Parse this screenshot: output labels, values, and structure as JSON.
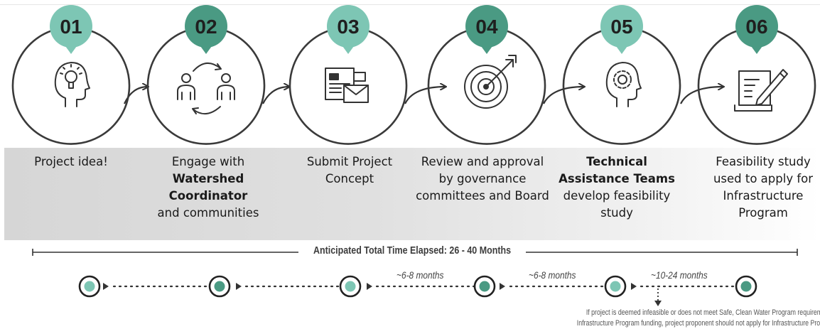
{
  "steps": [
    {
      "number": "01",
      "icon": "lightbulb-head-icon",
      "label_lines": [
        {
          "text": "Project idea!",
          "bold": false
        }
      ]
    },
    {
      "number": "02",
      "icon": "people-exchange-icon",
      "label_lines": [
        {
          "text": "Engage with",
          "bold": false
        },
        {
          "text": "Watershed Coordinator",
          "bold": true
        },
        {
          "text": "and communities",
          "bold": false
        }
      ]
    },
    {
      "number": "03",
      "icon": "documents-envelope-icon",
      "label_lines": [
        {
          "text": "Submit Project",
          "bold": false
        },
        {
          "text": "Concept",
          "bold": false
        }
      ]
    },
    {
      "number": "04",
      "icon": "target-arrow-icon",
      "label_lines": [
        {
          "text": "Review and approval",
          "bold": false
        },
        {
          "text": "by governance",
          "bold": false
        },
        {
          "text": "committees and Board",
          "bold": false
        }
      ]
    },
    {
      "number": "05",
      "icon": "gear-head-icon",
      "label_lines": [
        {
          "text": "Technical",
          "bold": true
        },
        {
          "text": "Assistance Teams",
          "bold": true
        },
        {
          "text": "develop feasibility",
          "bold": false
        },
        {
          "text": "study",
          "bold": false
        }
      ]
    },
    {
      "number": "06",
      "icon": "document-pen-icon",
      "label_lines": [
        {
          "text": "Feasibility study",
          "bold": false
        },
        {
          "text": "used to apply for",
          "bold": false
        },
        {
          "text": "Infrastructure",
          "bold": false
        },
        {
          "text": "Program",
          "bold": false
        }
      ]
    }
  ],
  "timeline": {
    "label": "Anticipated Total Time Elapsed: 26 - 40 Months",
    "durations": [
      "~6-8 months",
      "~6-8 months",
      "~10-24 months"
    ]
  },
  "note": [
    "If project is deemed infeasible or does not meet Safe, Clean Water Program requireme",
    "Infrastructure Program funding, project proponent should not apply for Infrastructure Progr"
  ],
  "colors": {
    "light_teal": "#7dc6b4",
    "dark_teal": "#4a9a83",
    "ring": "#3a3a3a",
    "icon": "#333333"
  }
}
